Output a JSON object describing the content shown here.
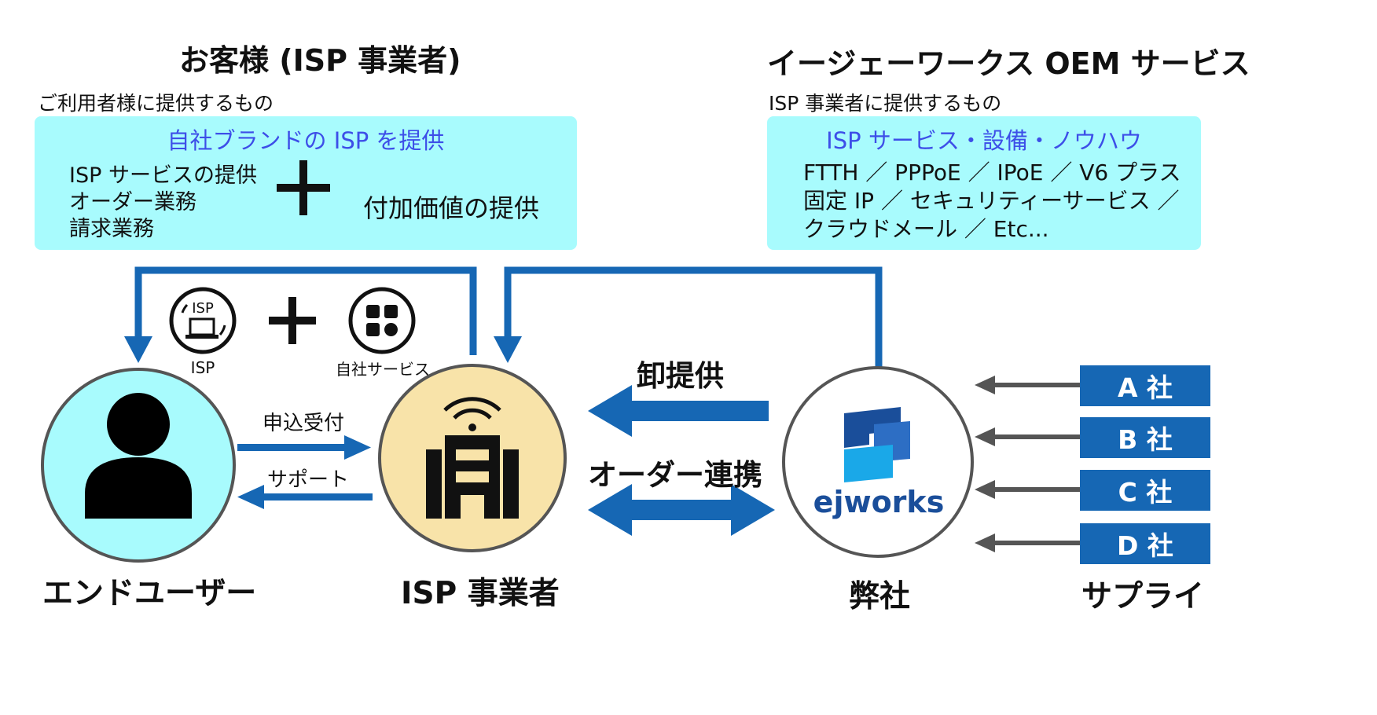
{
  "left": {
    "title": "お客様 (ISP 事業者)",
    "subtitle": "ご利用者様に提供するもの",
    "panel_title": "自社ブランドの ISP を提供",
    "items": [
      "ISP サービスの提供",
      "オーダー業務",
      "請求業務"
    ],
    "value_add": "付加価値の提供"
  },
  "right": {
    "title": "イージェーワークス OEM サービス",
    "subtitle": "ISP 事業者に提供するもの",
    "panel_title": "ISP サービス・設備・ノウハウ",
    "lines": [
      "FTTH ／ PPPoE ／ IPoE ／ V6 プラス",
      "固定 IP ／ セキュリティーサービス ／",
      "クラウドメール ／ Etc..."
    ]
  },
  "icons": {
    "isp_icon_text": "ISP",
    "isp_caption": "ISP",
    "own_service_caption": "自社サービス"
  },
  "nodes": {
    "end_user": "エンドユーザー",
    "isp": "ISP 事業者",
    "company": "弊社",
    "supply": "サプライ"
  },
  "flows": {
    "apply": "申込受付",
    "support": "サポート",
    "wholesale": "卸提供",
    "order_link": "オーダー連携"
  },
  "logo": {
    "text": "ejworks"
  },
  "suppliers": [
    "A 社",
    "B 社",
    "C 社",
    "D 社"
  ],
  "colors": {
    "accent_blue": "#1667b4",
    "panel_cyan": "#a8fbfd",
    "panel_title_blue": "#3d4ee8",
    "user_circle": "#a8fbfd",
    "isp_circle": "#f8e3a9",
    "grey_arrow": "#555555"
  }
}
